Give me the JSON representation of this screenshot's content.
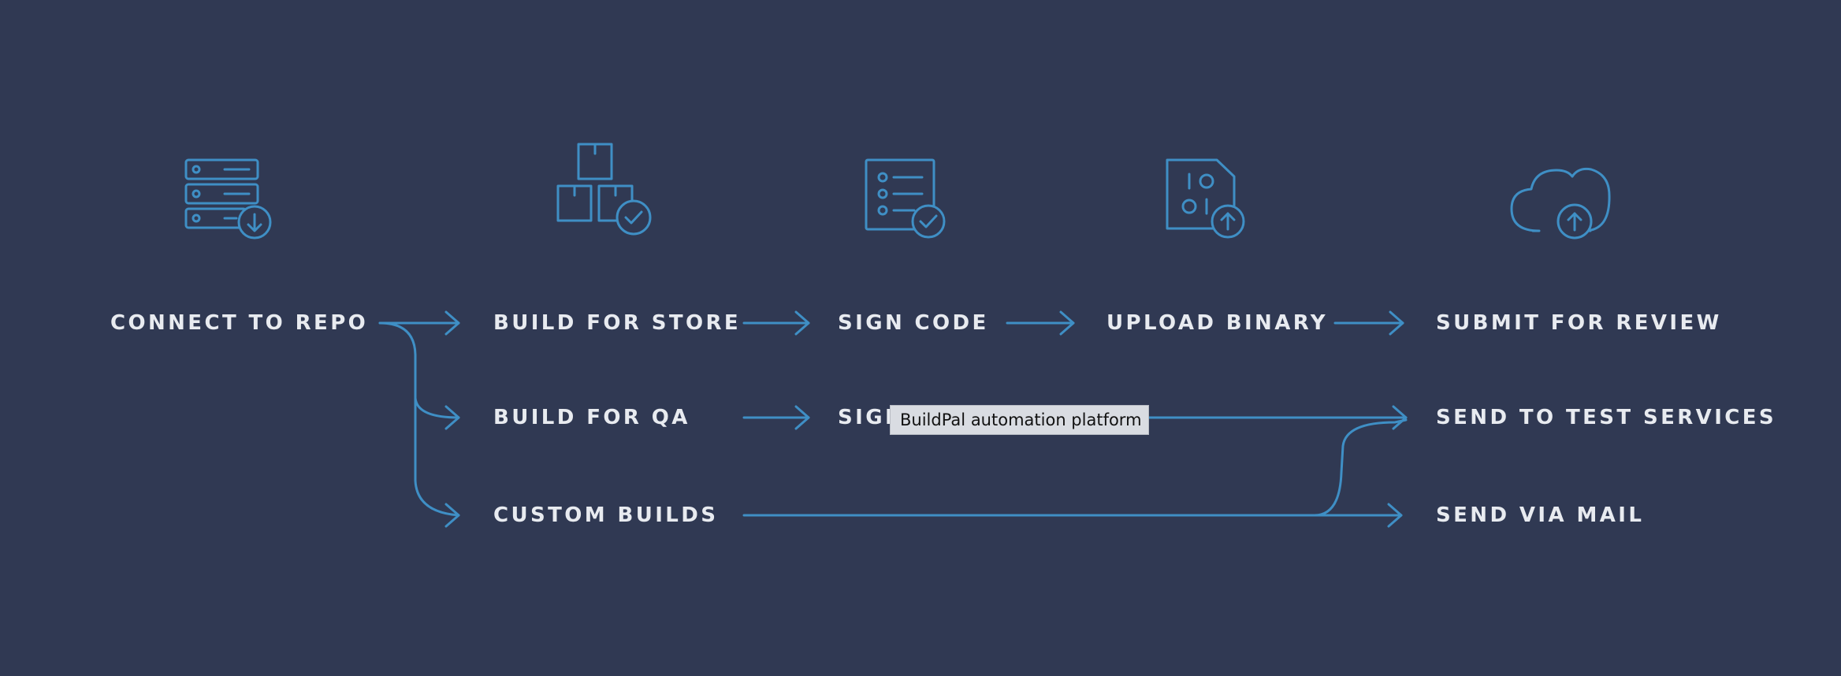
{
  "colors": {
    "background": "#303953",
    "accent": "#3f8fc5",
    "label": "#e8ebf0"
  },
  "steps": {
    "connect_repo": {
      "label": "CONNECT TO REPO",
      "icon": "server-download-icon"
    },
    "build_store": {
      "label": "BUILD FOR STORE",
      "icon": "boxes-check-icon"
    },
    "sign_code": {
      "label": "SIGN CODE",
      "icon": "checklist-check-icon"
    },
    "upload_binary": {
      "label": "UPLOAD BINARY",
      "icon": "binary-file-upload-icon"
    },
    "submit_review": {
      "label": "SUBMIT FOR REVIEW",
      "icon": "cloud-upload-icon"
    },
    "build_qa": {
      "label": "BUILD FOR QA"
    },
    "sign_qa": {
      "label": "SIGN"
    },
    "send_test": {
      "label": "SEND TO TEST SERVICES"
    },
    "custom_builds": {
      "label": "CUSTOM BUILDS"
    },
    "send_mail": {
      "label": "SEND VIA MAIL"
    }
  },
  "tooltip": {
    "text": "BuildPal automation platform"
  }
}
